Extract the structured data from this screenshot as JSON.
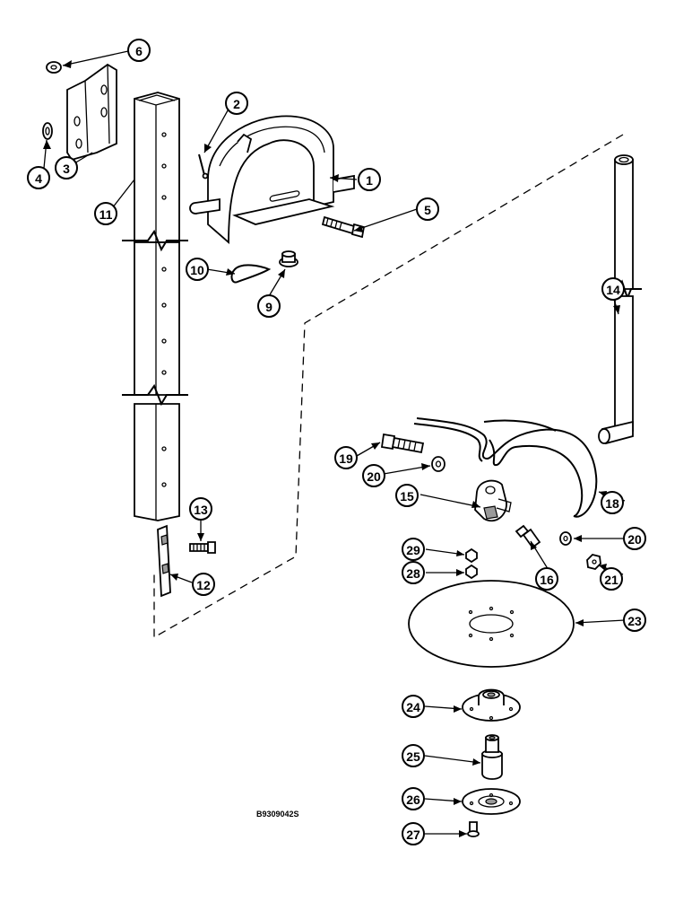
{
  "drawing_code": "B9309042S",
  "callouts": [
    "1",
    "2",
    "3",
    "4",
    "5",
    "6",
    "9",
    "10",
    "11",
    "12",
    "13",
    "14",
    "15",
    "16",
    "18",
    "19",
    "20",
    "20",
    "21",
    "23",
    "24",
    "25",
    "26",
    "27",
    "28",
    "29"
  ]
}
